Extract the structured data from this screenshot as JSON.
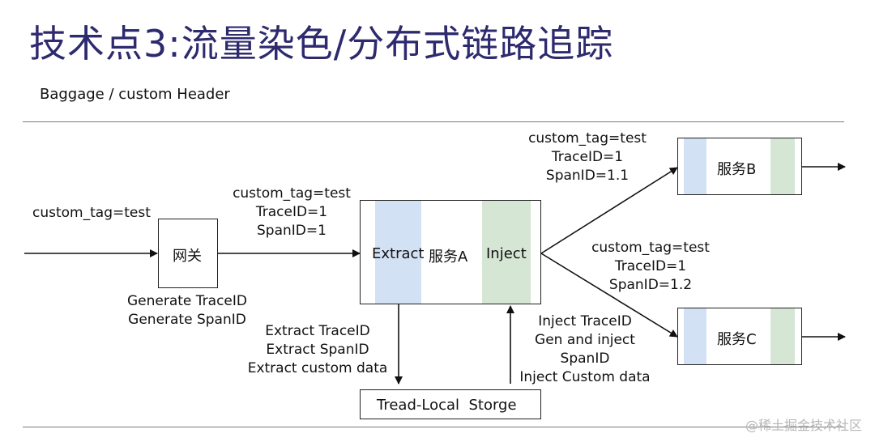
{
  "title": "技术点3:流量染色/分布式链路追踪",
  "subtitle": "Baggage / custom Header",
  "watermark": "@稀土掘金技术社区",
  "nodes": {
    "gateway": "网关",
    "service_a": "服务A",
    "service_a_extract": "Extract",
    "service_a_inject": "Inject",
    "service_b": "服务B",
    "service_c": "服务C",
    "storage": "Tread-Local  Storge"
  },
  "edge_labels": {
    "incoming": [
      "custom_tag=test"
    ],
    "gateway_to_a": [
      "custom_tag=test",
      "TraceID=1",
      "SpanID=1"
    ],
    "gateway_generate": [
      "Generate TraceID",
      "Generate SpanID"
    ],
    "a_to_b": [
      "custom_tag=test",
      "TraceID=1",
      "SpanID=1.1"
    ],
    "a_to_c": [
      "custom_tag=test",
      "TraceID=1",
      "SpanID=1.2"
    ],
    "a_to_storage": [
      "Extract TraceID",
      "Extract SpanID",
      "Extract custom data"
    ],
    "storage_to_a": [
      "Inject TraceID",
      "Gen and inject",
      "SpanID",
      "Inject Custom data"
    ]
  }
}
